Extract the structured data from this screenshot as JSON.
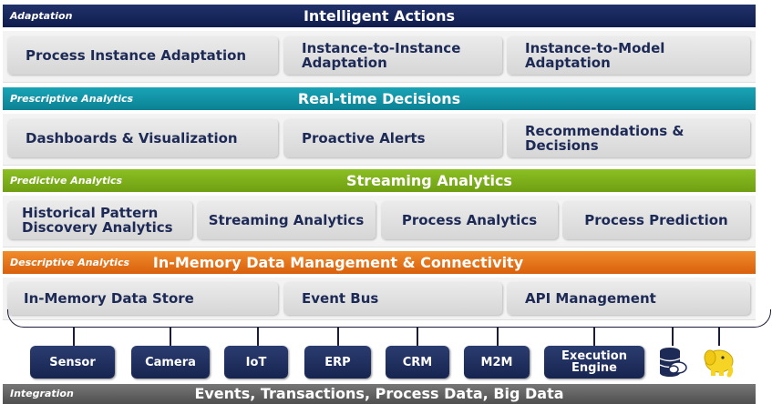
{
  "layers": [
    {
      "category": "Adaptation",
      "title": "Intelligent Actions",
      "color": "#1b2a5e",
      "items": [
        "Process Instance Adaptation",
        "Instance-to-Instance Adaptation",
        "Instance-to-Model Adaptation"
      ]
    },
    {
      "category": "Prescriptive Analytics",
      "title": "Real-time Decisions",
      "color": "#1397aa",
      "items": [
        "Dashboards & Visualization",
        "Proactive Alerts",
        "Recommendations & Decisions"
      ]
    },
    {
      "category": "Predictive Analytics",
      "title": "Streaming Analytics",
      "color": "#7fb41b",
      "items": [
        "Historical Pattern Discovery Analytics",
        "Streaming Analytics",
        "Process Analytics",
        "Process Prediction"
      ]
    },
    {
      "category": "Descriptive Analytics",
      "title": "In-Memory Data Management & Connectivity",
      "color": "#e8761a",
      "items": [
        "In-Memory Data Store",
        "Event Bus",
        "API Management"
      ]
    }
  ],
  "sources": [
    "Sensor",
    "Camera",
    "IoT",
    "ERP",
    "CRM",
    "M2M",
    "Execution Engine"
  ],
  "source_icons": [
    "database-cloud-icon",
    "hadoop-elephant-icon"
  ],
  "integration": {
    "category": "Integration",
    "title": "Events, Transactions, Process Data, Big Data",
    "color": "#5f5f5f"
  }
}
